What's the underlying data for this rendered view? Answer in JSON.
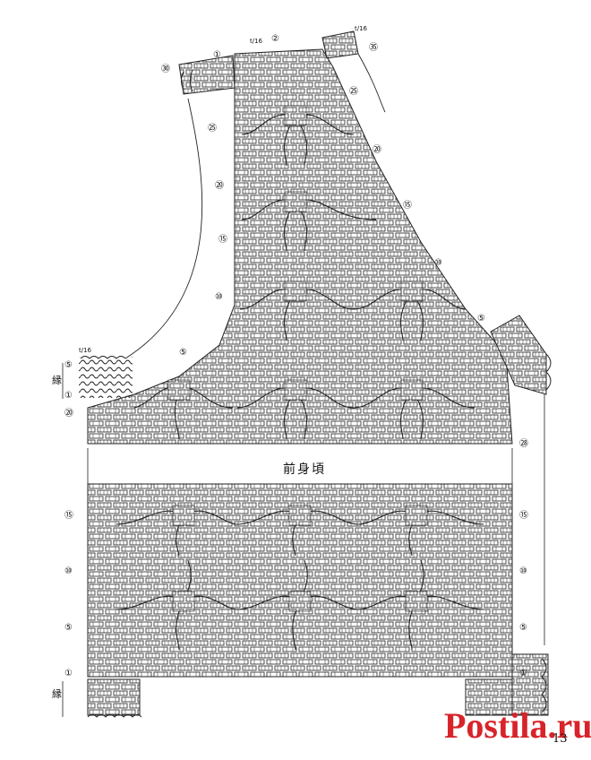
{
  "title": "前身頃",
  "page_number": "13",
  "watermark": "Postila.ru",
  "edge_label_top": "縁",
  "edge_label_bottom": "縁",
  "slit_labels": [
    "t/16",
    "t/16",
    "t/16"
  ],
  "row_numbers": {
    "one": "①",
    "five": "⑤",
    "ten": "⑩",
    "fifteen": "⑮",
    "twenty": "⑳",
    "twentyfive": "㉕",
    "thirty": "㉚",
    "thirtyfive": "㉟",
    "twentyeight": "㉘",
    "two": "②"
  },
  "colors": {
    "ink": "#111111",
    "watermark_red": "#d8232a"
  }
}
